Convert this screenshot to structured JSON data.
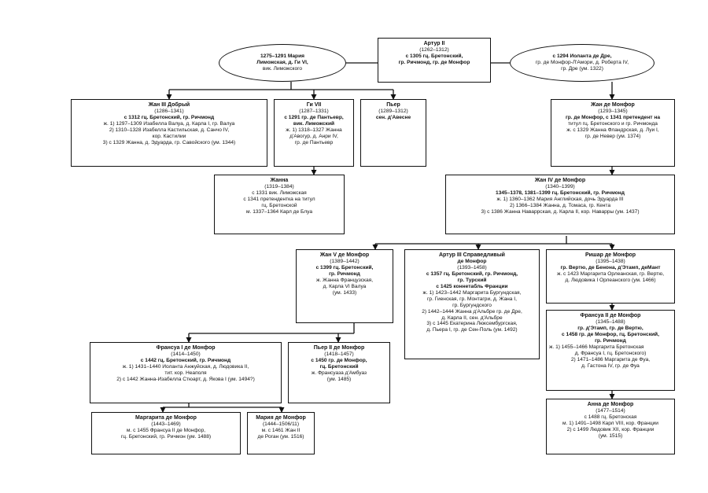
{
  "nodes": {
    "maria": {
      "name": "",
      "lines": [
        {
          "t": "1275–1291 Мария",
          "b": true
        },
        {
          "t": "Лиможская, д. Ги VI,",
          "b": true
        },
        {
          "t": "вик. Лиможского"
        }
      ]
    },
    "artur2": {
      "name": "Артур II",
      "lines": [
        {
          "t": "(1262–1312)"
        },
        {
          "t": "с 1305 гц. Бретонский,",
          "b": true
        },
        {
          "t": "гр. Ричмонд, гр. де Монфор",
          "b": true
        }
      ]
    },
    "iolanta": {
      "name": "",
      "lines": [
        {
          "t": "с 1294 Иоланта де Дре,",
          "b": true
        },
        {
          "t": "гр. де Монфор-Л'Амори, д. Роберта IV,"
        },
        {
          "t": "гр. Дре (ум. 1322)"
        }
      ]
    },
    "jean3": {
      "name": "Жан III Добрый",
      "lines": [
        {
          "t": "(1286–1341)"
        },
        {
          "t": "с 1312 гц. Бретонский, гр. Ричмонд",
          "b": true
        },
        {
          "t": "ж. 1) 1297–1309 Изабелла Валуа, д. Карла I, гр. Валуа"
        },
        {
          "t": "2) 1310–1328 Изабелла Кастильская, д. Санчо IV,"
        },
        {
          "t": "кор. Кастилии"
        },
        {
          "t": "3) с 1329 Жанна, д. Эдуарда, гр. Савойского (ум. 1344)"
        }
      ]
    },
    "gui7": {
      "name": "Ги VII",
      "lines": [
        {
          "t": "(1287–1331)"
        },
        {
          "t": "с 1291 гр. де Пантьевр,",
          "b": true
        },
        {
          "t": "вик. Лиможский",
          "b": true
        },
        {
          "t": "ж. 1) 1318–1327 Жанна"
        },
        {
          "t": "д'Авогур, д. Анри IV,"
        },
        {
          "t": "гр. де Пантьевр"
        }
      ]
    },
    "pierre": {
      "name": "Пьер",
      "lines": [
        {
          "t": "(1289–1312)"
        },
        {
          "t": "сен. д'Авесне",
          "b": true
        }
      ]
    },
    "jeanmontfort": {
      "name": "Жан де Монфор",
      "lines": [
        {
          "t": "(1293–1345)"
        },
        {
          "t": "гр. де Монфор, с 1341 претендент на",
          "b": true
        },
        {
          "t": "титул гц. Бретонского и гр. Ричмонда"
        },
        {
          "t": "ж. с 1329 Жанна Фландрская, д. Луи I,"
        },
        {
          "t": "гр. де Невер (ум. 1374)"
        }
      ]
    },
    "jeanna": {
      "name": "Жанна",
      "lines": [
        {
          "t": "(1319–1384)"
        },
        {
          "t": "с 1331 вик. Лиможская"
        },
        {
          "t": "с 1341 претендентка на титул"
        },
        {
          "t": "гц. Бретонской"
        },
        {
          "t": "м. 1337–1364 Карл де Блуа"
        }
      ]
    },
    "jean4": {
      "name": "Жан IV де Монфор",
      "lines": [
        {
          "t": "(1340–1399)"
        },
        {
          "t": "1345–1378, 1381–1399 гц. Бретонский, гр. Ричмонд",
          "b": true
        },
        {
          "t": "ж. 1) 1360–1362 Мария Английская, дочь Эдуарда III"
        },
        {
          "t": "2) 1366–1384 Жанна, д. Томаса, гр. Кента"
        },
        {
          "t": "3) с 1386 Жанна Наваррская, д. Карла II, кор. Наварры (ум. 1437)"
        }
      ]
    },
    "jean5": {
      "name": "Жан V де Монфор",
      "lines": [
        {
          "t": "(1389–1442)"
        },
        {
          "t": "с 1399 гц. Бретонский,",
          "b": true
        },
        {
          "t": "гр. Ричмонд",
          "b": true
        },
        {
          "t": "ж. Жанна Французская,"
        },
        {
          "t": "д. Карла VI Валуа"
        },
        {
          "t": "(ум. 1433)"
        }
      ]
    },
    "artur3": {
      "name": "Артур III Справедливый",
      "lines": [
        {
          "t": "де Монфор",
          "b": true
        },
        {
          "t": "(1393–1458)"
        },
        {
          "t": "с 1357 гц. Бретонский, гр. Ричмонд,",
          "b": true
        },
        {
          "t": "гр. Турский",
          "b": true
        },
        {
          "t": "с 1425 коннетабль Франции",
          "b": true
        },
        {
          "t": "ж. 1) 1423–1442 Маргарита Бургундская,"
        },
        {
          "t": "гр. Гиенская, гр. Монтагри, д. Жана I,"
        },
        {
          "t": "гр. Бургундского"
        },
        {
          "t": "2) 1442–1444 Жанна д'Альбре гр. де Дре,"
        },
        {
          "t": "д. Карла II, сен. д'Альбре"
        },
        {
          "t": "3) с 1445 Екатерина Люксембургская,"
        },
        {
          "t": "д. Пьера I, гр. де Сен-Поль (ум. 1492)"
        }
      ]
    },
    "richard": {
      "name": "Ришар де Монфор",
      "lines": [
        {
          "t": "(1395–1438)"
        },
        {
          "t": "гр. Вертю, де Бенона, д'Этамп, деМант",
          "b": true
        },
        {
          "t": "ж. с 1423 Маргарита Орлеанская, гр. Вертю,"
        },
        {
          "t": "д. Людовика I Орлеанского (ум. 1466)"
        }
      ]
    },
    "francois1": {
      "name": "Франсуа I де Монфор",
      "lines": [
        {
          "t": "(1414–1450)"
        },
        {
          "t": "с 1442 гц. Бретонский, гр. Ричмонд",
          "b": true
        },
        {
          "t": "ж. 1) 1431–1440 Иоланта Анжуйская, д. Людовика II,"
        },
        {
          "t": "тит. кор. Неаполя"
        },
        {
          "t": "2) с 1442 Жанна-Изабелла Стюарт, д. Якова I (ум. 1494?)"
        }
      ]
    },
    "pierre2": {
      "name": "Пьер II де Монфор",
      "lines": [
        {
          "t": "(1418–1457)"
        },
        {
          "t": "с 1450 гр. де Монфор,",
          "b": true
        },
        {
          "t": "гц. Бретонский",
          "b": true
        },
        {
          "t": "ж. Франсуаза д'Амбуаз"
        },
        {
          "t": "(ум. 1485)"
        }
      ]
    },
    "francois2": {
      "name": "Франсуа II де Монфор",
      "lines": [
        {
          "t": "(1345–1488)"
        },
        {
          "t": "гр. д'Этамп, гр. де Вертю,",
          "b": true
        },
        {
          "t": "с 1458 гр. де Монфор, гц. Бретонский,",
          "b": true
        },
        {
          "t": "гр. Ричмонд",
          "b": true
        },
        {
          "t": "ж. 1) 1455–1466 Маргарита Бретонская",
          "l": true
        },
        {
          "t": "д. Франсуа I, гц. Бретонского)"
        },
        {
          "t": "2) 1471–1486 Маргарита де Фуа,"
        },
        {
          "t": "д. Гастона IV, гр. де Фуа"
        }
      ]
    },
    "margarita": {
      "name": "Маргарита де Монфор",
      "lines": [
        {
          "t": "(1443–1469)"
        },
        {
          "t": "м. с 1455 Франсуа II де Монфор,"
        },
        {
          "t": "гц. Бретонский, гр. Ричмон (ум. 1488)"
        }
      ]
    },
    "maria2": {
      "name": "Мария де Монфор",
      "lines": [
        {
          "t": "(1444–1506/11)"
        },
        {
          "t": "м. с 1461 Жан II"
        },
        {
          "t": "де Роган (ум. 1516)"
        }
      ]
    },
    "anna": {
      "name": "Анна де Монфор",
      "lines": [
        {
          "t": "(1477–1514)"
        },
        {
          "t": "с 1488 гц. Бретонская"
        },
        {
          "t": "м. 1) 1491–1498 Карл VIII, кор. Франции"
        },
        {
          "t": "2) с 1499 Людовик XII, кор. Франции"
        },
        {
          "t": "(ум. 1515)"
        }
      ]
    }
  }
}
